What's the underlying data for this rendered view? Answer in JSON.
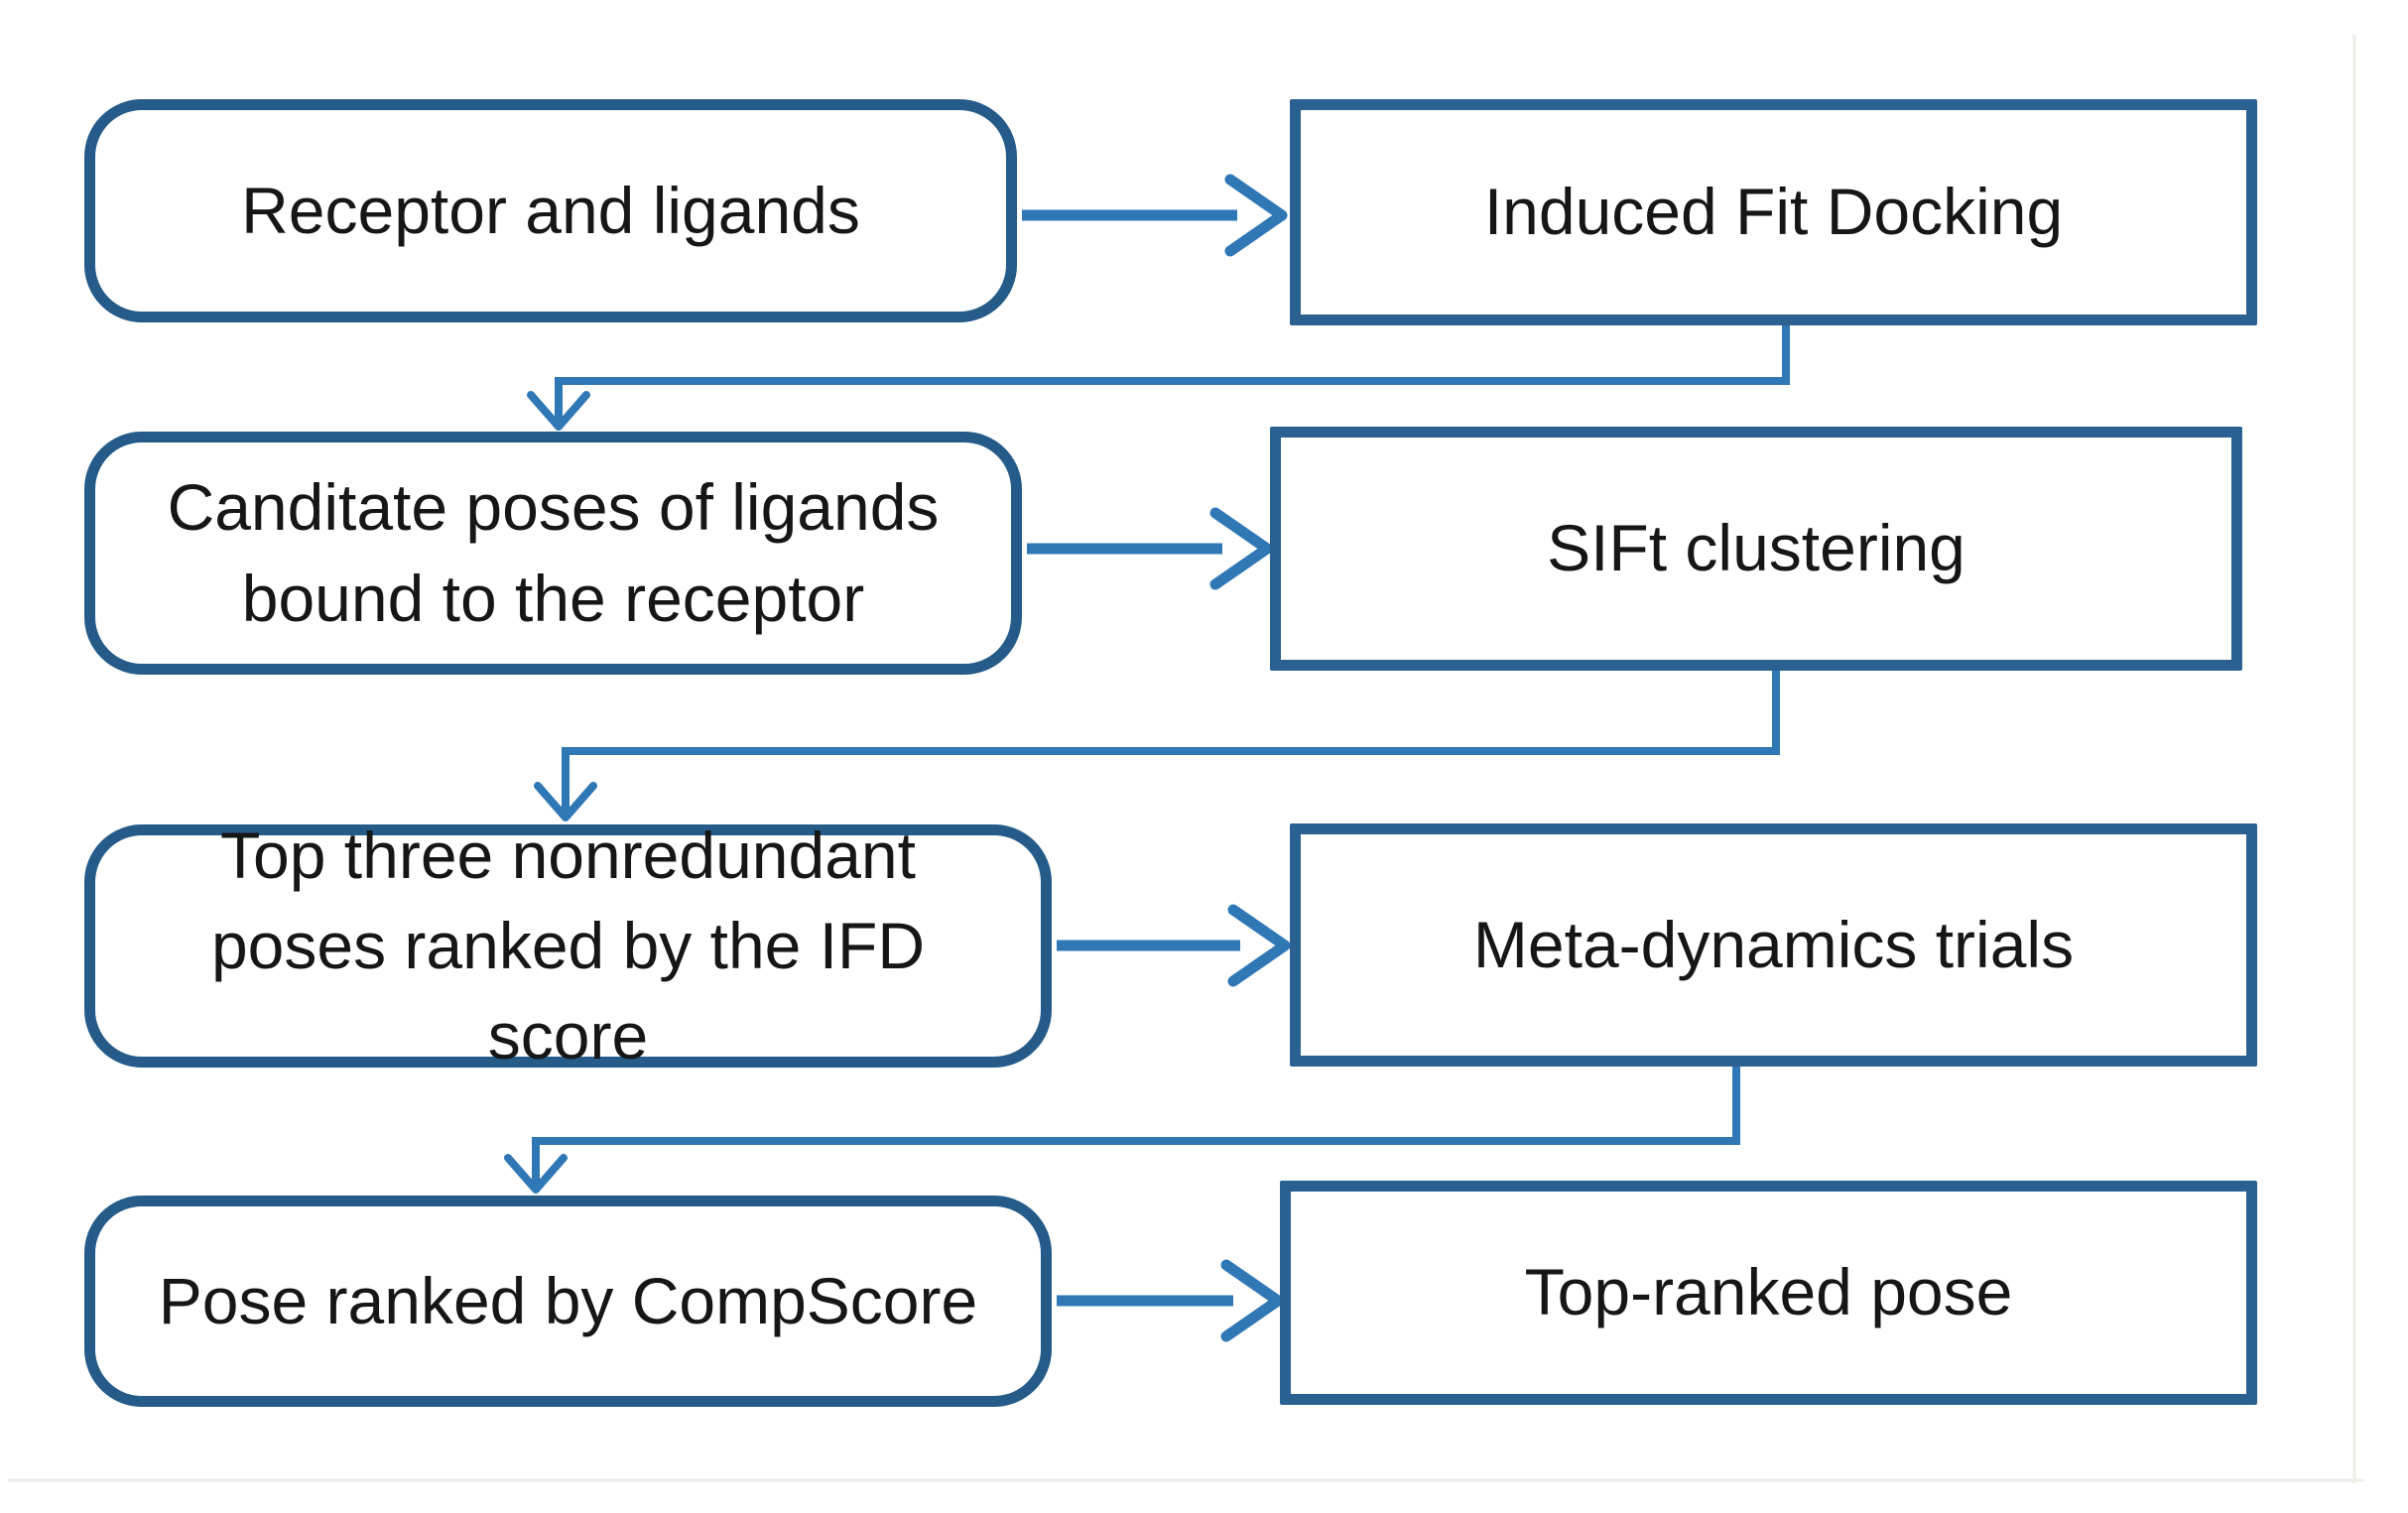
{
  "figure": {
    "type": "flowchart",
    "nodes": [
      {
        "id": "receptor-and-ligands",
        "shape": "rounded",
        "label": "Receptor and ligands",
        "lines": [
          "Receptor and ligands"
        ]
      },
      {
        "id": "induced-fit-docking",
        "shape": "rectangle",
        "label": "Induced Fit Docking",
        "lines": [
          "Induced Fit Docking"
        ]
      },
      {
        "id": "candidate-poses",
        "shape": "rounded",
        "label": "Canditate poses of ligands bound to the receptor",
        "lines": [
          "Canditate poses of ligands",
          "bound to the receptor"
        ]
      },
      {
        "id": "sift-clustering",
        "shape": "rectangle",
        "label": "SIFt clustering",
        "lines": [
          "SIFt clustering"
        ]
      },
      {
        "id": "top-three-poses",
        "shape": "rounded",
        "label": "Top three nonredundant poses ranked by the IFD score",
        "lines": [
          "Top three nonredundant",
          "poses ranked by the IFD score"
        ]
      },
      {
        "id": "meta-dynamics-trials",
        "shape": "rectangle",
        "label": "Meta-dynamics trials",
        "lines": [
          "Meta-dynamics trials"
        ]
      },
      {
        "id": "pose-ranked-by-compscore",
        "shape": "rounded",
        "label": "Pose ranked by CompScore",
        "lines": [
          "Pose ranked by CompScore"
        ]
      },
      {
        "id": "top-ranked-pose",
        "shape": "rectangle",
        "label": "Top-ranked pose",
        "lines": [
          "Top-ranked pose"
        ]
      }
    ],
    "edges": [
      {
        "from": "receptor-and-ligands",
        "to": "induced-fit-docking",
        "style": "straight-right"
      },
      {
        "from": "induced-fit-docking",
        "to": "candidate-poses",
        "style": "elbow-down-left"
      },
      {
        "from": "candidate-poses",
        "to": "sift-clustering",
        "style": "straight-right"
      },
      {
        "from": "sift-clustering",
        "to": "top-three-poses",
        "style": "elbow-down-left"
      },
      {
        "from": "top-three-poses",
        "to": "meta-dynamics-trials",
        "style": "straight-right"
      },
      {
        "from": "meta-dynamics-trials",
        "to": "pose-ranked-by-compscore",
        "style": "elbow-down-left"
      },
      {
        "from": "pose-ranked-by-compscore",
        "to": "top-ranked-pose",
        "style": "straight-right"
      }
    ],
    "colors": {
      "rounded_box_border": "#245b89",
      "rectangle_box_border": "#2a6191",
      "connector": "#2f77b5",
      "text": "#161616",
      "box_fill": "#ffffff",
      "background": "#ffffff",
      "frame_line": "#efece7"
    }
  }
}
